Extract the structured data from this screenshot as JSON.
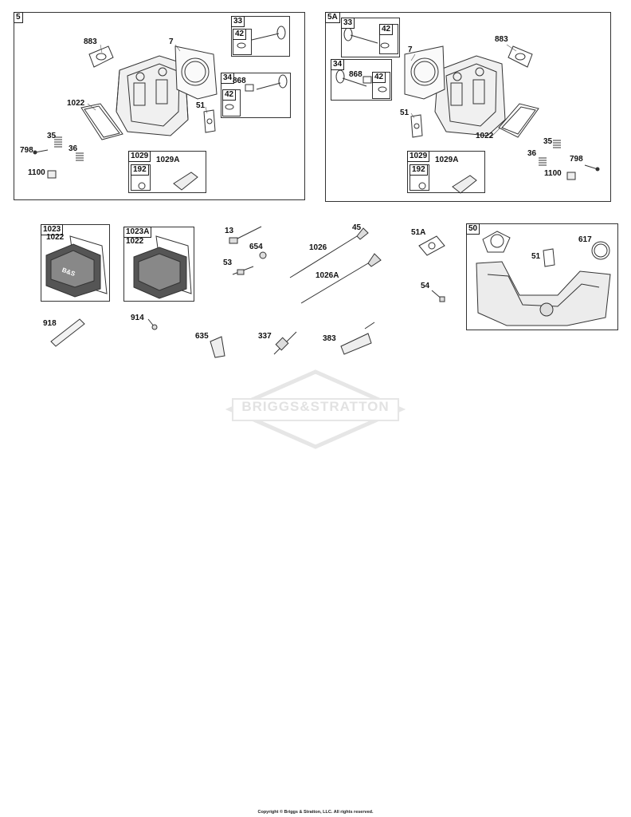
{
  "groups": {
    "g5": {
      "tag": "5"
    },
    "g33a": {
      "tag": "33"
    },
    "g42a": {
      "tag": "42"
    },
    "g34a": {
      "tag": "34"
    },
    "g42b": {
      "tag": "42"
    },
    "g1029a": {
      "tag": "1029"
    },
    "g192a": {
      "tag": "192"
    },
    "g5a": {
      "tag": "5A"
    },
    "g33b": {
      "tag": "33"
    },
    "g42c": {
      "tag": "42"
    },
    "g34b": {
      "tag": "34"
    },
    "g42d": {
      "tag": "42"
    },
    "g1029b": {
      "tag": "1029"
    },
    "g192b": {
      "tag": "192"
    },
    "g1023": {
      "tag": "1023"
    },
    "g1023a": {
      "tag": "1023A"
    },
    "g50": {
      "tag": "50"
    }
  },
  "labels": {
    "l883a": "883",
    "l7a": "7",
    "l868a": "868",
    "l1022a": "1022",
    "l51a": "51",
    "l35a": "35",
    "l36a": "36",
    "l798a": "798",
    "l1100a": "1100",
    "l1029Aa": "1029A",
    "l7b": "7",
    "l883b": "883",
    "l868b": "868",
    "l51b": "51",
    "l1022b": "1022",
    "l35b": "35",
    "l36b": "36",
    "l798b": "798",
    "l1100b": "1100",
    "l1029Ab": "1029A",
    "l1022c": "1022",
    "l1022d": "1022",
    "l13": "13",
    "l654": "654",
    "l53": "53",
    "l45": "45",
    "l1026": "1026",
    "l1026A": "1026A",
    "l51A": "51A",
    "l54": "54",
    "l617": "617",
    "l51c": "51",
    "l918": "918",
    "l914": "914",
    "l635": "635",
    "l337": "337",
    "l383": "383"
  },
  "watermark": "BRIGGS&STRATTON",
  "footer": "Copyright © Briggs & Stratton, LLC. All rights reserved."
}
